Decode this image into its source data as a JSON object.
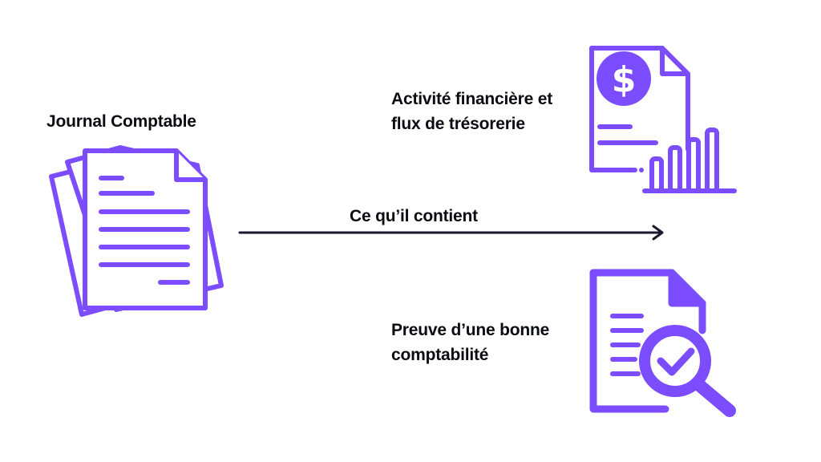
{
  "diagram": {
    "source": {
      "title": "Journal Comptable",
      "icon": "document-stack-icon"
    },
    "connector": {
      "label": "Ce qu’il contient",
      "icon": "arrow-right-icon"
    },
    "outputs": [
      {
        "lines": [
          "Activité financière et",
          "flux de trésorerie"
        ],
        "icon": "financial-report-icon"
      },
      {
        "lines": [
          "Preuve d’une bonne",
          "comptabilité"
        ],
        "icon": "document-audit-icon"
      }
    ]
  },
  "colors": {
    "accent": "#7B4DFF",
    "text": "#0B0B12",
    "arrow": "#1A1A2E",
    "background": "#FFFFFF"
  }
}
